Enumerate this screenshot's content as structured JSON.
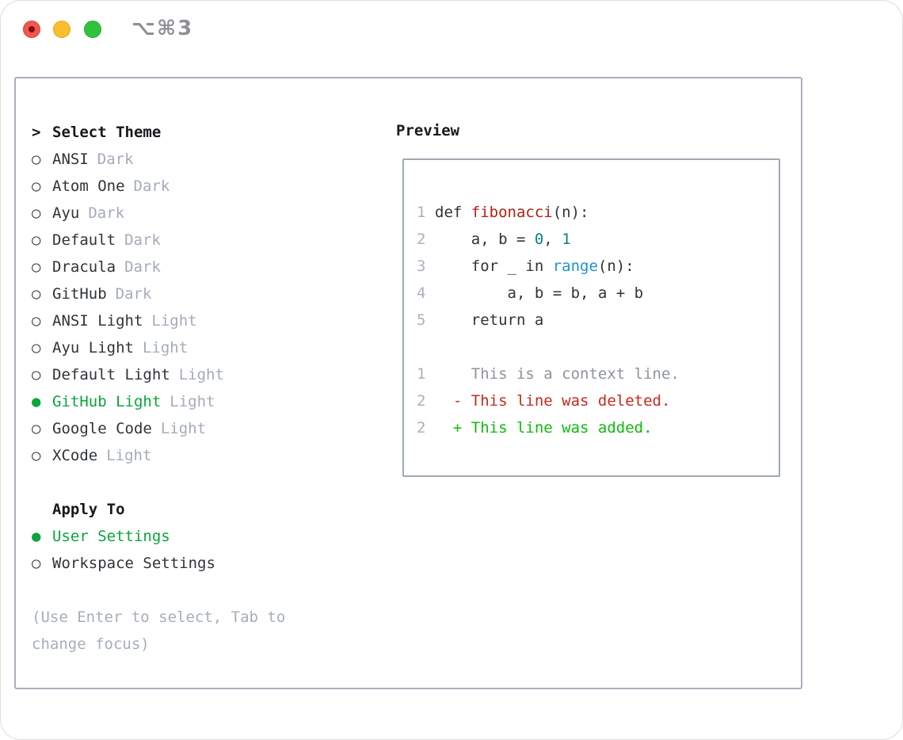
{
  "window": {
    "title": "⌥⌘3"
  },
  "theme_picker": {
    "cursor": ">",
    "header": "Select Theme",
    "markers": {
      "selected": "●",
      "unselected": "○"
    },
    "themes": [
      {
        "name": "ANSI",
        "variant": "Dark",
        "selected": false
      },
      {
        "name": "Atom One",
        "variant": "Dark",
        "selected": false
      },
      {
        "name": "Ayu",
        "variant": "Dark",
        "selected": false
      },
      {
        "name": "Default",
        "variant": "Dark",
        "selected": false
      },
      {
        "name": "Dracula",
        "variant": "Dark",
        "selected": false
      },
      {
        "name": "GitHub",
        "variant": "Dark",
        "selected": false
      },
      {
        "name": "ANSI Light",
        "variant": "Light",
        "selected": false
      },
      {
        "name": "Ayu Light",
        "variant": "Light",
        "selected": false
      },
      {
        "name": "Default Light",
        "variant": "Light",
        "selected": false
      },
      {
        "name": "GitHub Light",
        "variant": "Light",
        "selected": true
      },
      {
        "name": "Google Code",
        "variant": "Light",
        "selected": false
      },
      {
        "name": "XCode",
        "variant": "Light",
        "selected": false
      }
    ],
    "apply_to": {
      "header": "Apply To",
      "options": [
        {
          "label": "User Settings",
          "selected": true
        },
        {
          "label": "Workspace Settings",
          "selected": false
        }
      ]
    },
    "help_lines": [
      "(Use Enter to select, Tab to",
      "change focus)"
    ]
  },
  "preview": {
    "header": "Preview",
    "lines": [
      {
        "num": "1",
        "tokens": [
          {
            "t": "def ",
            "c": "fg"
          },
          {
            "t": "fibonacci",
            "c": "func"
          },
          {
            "t": "(n):",
            "c": "fg"
          }
        ]
      },
      {
        "num": "2",
        "tokens": [
          {
            "t": "    a, b = ",
            "c": "fg"
          },
          {
            "t": "0",
            "c": "num"
          },
          {
            "t": ", ",
            "c": "fg"
          },
          {
            "t": "1",
            "c": "num"
          }
        ]
      },
      {
        "num": "3",
        "tokens": [
          {
            "t": "    for _ in ",
            "c": "fg"
          },
          {
            "t": "range",
            "c": "builtin"
          },
          {
            "t": "(n):",
            "c": "fg"
          }
        ]
      },
      {
        "num": "4",
        "tokens": [
          {
            "t": "        a, b = b, a + b",
            "c": "fg"
          }
        ]
      },
      {
        "num": "5",
        "tokens": [
          {
            "t": "    return a",
            "c": "fg"
          }
        ]
      },
      {
        "num": "",
        "tokens": []
      },
      {
        "num": "1",
        "tokens": [
          {
            "t": "    This is a context line.",
            "c": "ctx"
          }
        ]
      },
      {
        "num": "2",
        "tokens": [
          {
            "t": "  - This line was deleted.",
            "c": "del"
          }
        ]
      },
      {
        "num": "2",
        "tokens": [
          {
            "t": "  + This line was added.",
            "c": "add"
          }
        ]
      }
    ]
  },
  "colors": {
    "accent_green": "#0aa53c",
    "added_green": "#0cbd0c",
    "deleted_red": "#c9291c",
    "function_red": "#b22015",
    "literal_teal": "#0e7f80",
    "builtin_blue": "#1e93cf",
    "muted_gray": "#a4acb8",
    "text_dark": "#2e343a",
    "line_number_gray": "#a9b2c0",
    "panel_border": "#a9b1bb",
    "traffic_red": "#f4564e",
    "traffic_yellow": "#fbbd2e",
    "traffic_green": "#30c23c"
  }
}
